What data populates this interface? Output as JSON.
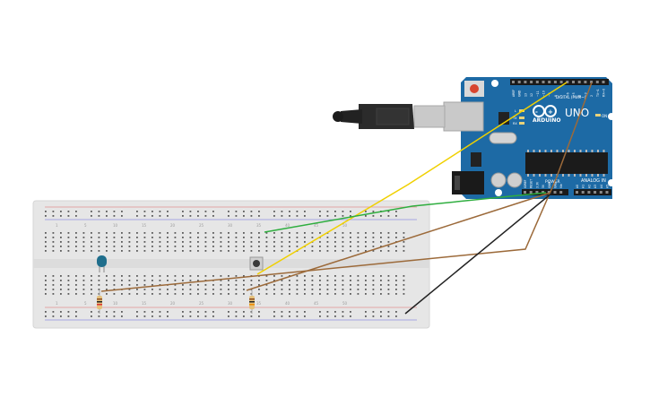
{
  "board": {
    "brand": "ARDUINO",
    "model": "UNO",
    "digital_header_label": "DIGITAL (PWM~)",
    "power_header_label": "POWER",
    "analog_header_label": "ANALOG IN",
    "on_led_label": "ON",
    "l_led_label": "L",
    "tx_label": "TX",
    "rx_label": "RX",
    "digital_pins": [
      "AREF",
      "GND",
      "13",
      "12",
      "~11",
      "~10",
      "~9",
      "8",
      "7",
      "~6",
      "~5",
      "4",
      "~3",
      "2",
      "TX→1",
      "RX←0"
    ],
    "power_pins": [
      "IOREF",
      "RESET",
      "3.3V",
      "5V",
      "GND",
      "GND",
      "Vin"
    ],
    "analog_pins": [
      "A0",
      "A1",
      "A2",
      "A3",
      "A4",
      "A5"
    ]
  },
  "breadboard": {
    "column_numbers": [
      "1",
      "5",
      "10",
      "15",
      "20",
      "25",
      "30",
      "35",
      "40",
      "45",
      "50"
    ]
  },
  "components": {
    "led": {
      "color": "#1f6e8c"
    },
    "pushbutton": {
      "color": "#3b3b3b"
    },
    "resistors": [
      {
        "name": "resistor-1"
      },
      {
        "name": "resistor-2"
      }
    ]
  },
  "wires": [
    {
      "name": "yellow-wire",
      "color": "#f0d000"
    },
    {
      "name": "green-wire",
      "color": "#2fae3f"
    },
    {
      "name": "brown-wire-1",
      "color": "#9c6a3a"
    },
    {
      "name": "brown-wire-2",
      "color": "#9c6a3a"
    },
    {
      "name": "black-wire",
      "color": "#222222"
    }
  ],
  "colors": {
    "board_blue": "#1d6aa5",
    "breadboard": "#e8e8e8",
    "usb_plug": "#2b2b2b"
  }
}
